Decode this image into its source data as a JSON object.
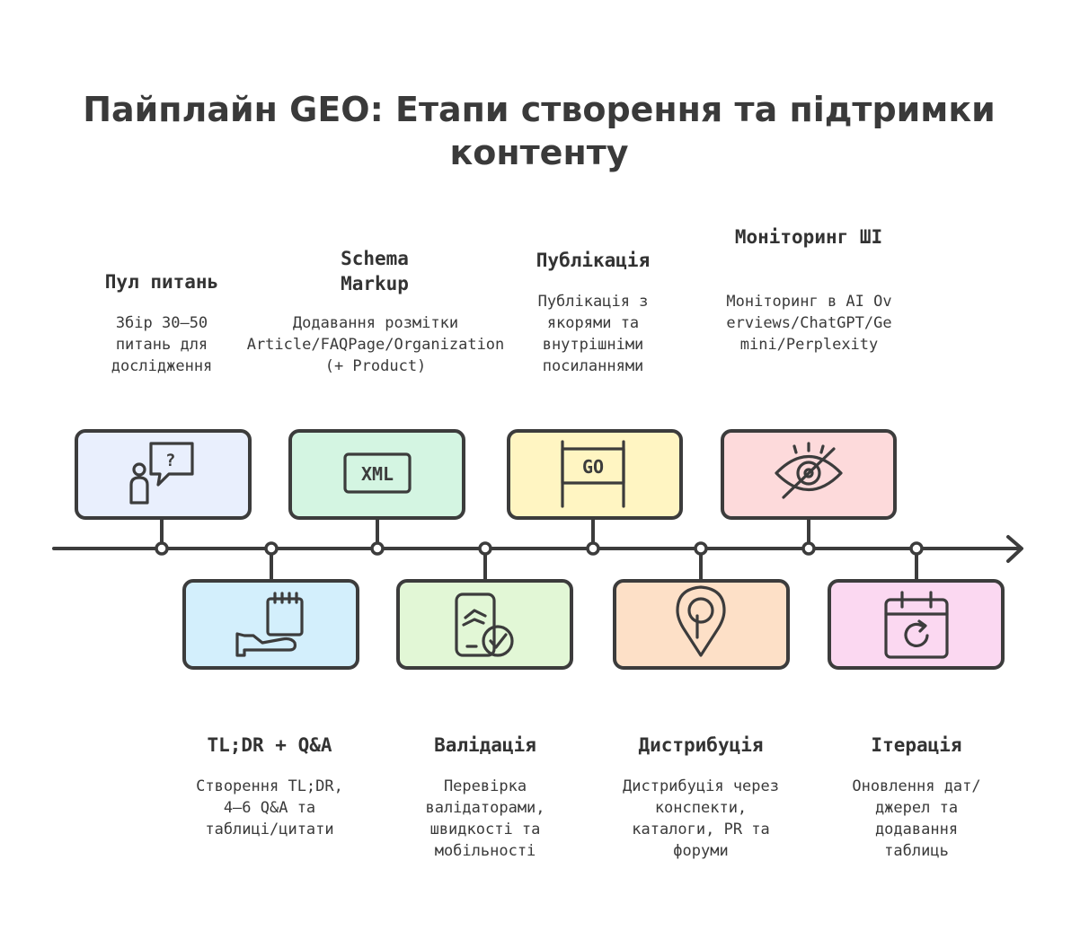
{
  "title": "Пайплайн GEO: Етапи створення та підтримки контенту",
  "stages": [
    {
      "label": "Пул питань",
      "description": "Збір 30–50 питань для дослідження",
      "icon": "person-question-icon",
      "color": "#e9effd"
    },
    {
      "label": "TL;DR + Q&A",
      "description": "Створення TL;DR, 4–6 Q&A та таблиці/цитати",
      "icon": "calendar-hand-icon",
      "color": "#d3effc"
    },
    {
      "label": "Schema Markup",
      "description": "Додавання розмітки Article/FAQPage/Organization (+ Product)",
      "icon": "xml-icon",
      "icon_text": "XML",
      "color": "#d4f5e2"
    },
    {
      "label": "Валідація",
      "description": "Перевірка валідаторами, швидкості та мобільності",
      "icon": "phone-check-icon",
      "color": "#e2f7d6"
    },
    {
      "label": "Публікація",
      "description": "Публікація з якорями та внутрішніми посиланнями",
      "icon": "go-sign-icon",
      "icon_text": "GO",
      "color": "#fff5c2"
    },
    {
      "label": "Дистрибуція",
      "description": "Дистрибуція через конспекти, каталоги, PR та форуми",
      "icon": "location-pin-icon",
      "color": "#fde0c7"
    },
    {
      "label": "Моніторинг ШІ",
      "description": "Моніторинг в AI Overviews/ChatGPT/Gemini/Perplexity",
      "icon": "eye-crossed-icon",
      "color": "#fddadb"
    },
    {
      "label": "Ітерація",
      "description": "Оновлення дат/джерел та додавання таблиць",
      "icon": "calendar-refresh-icon",
      "color": "#fbd8f1"
    }
  ]
}
